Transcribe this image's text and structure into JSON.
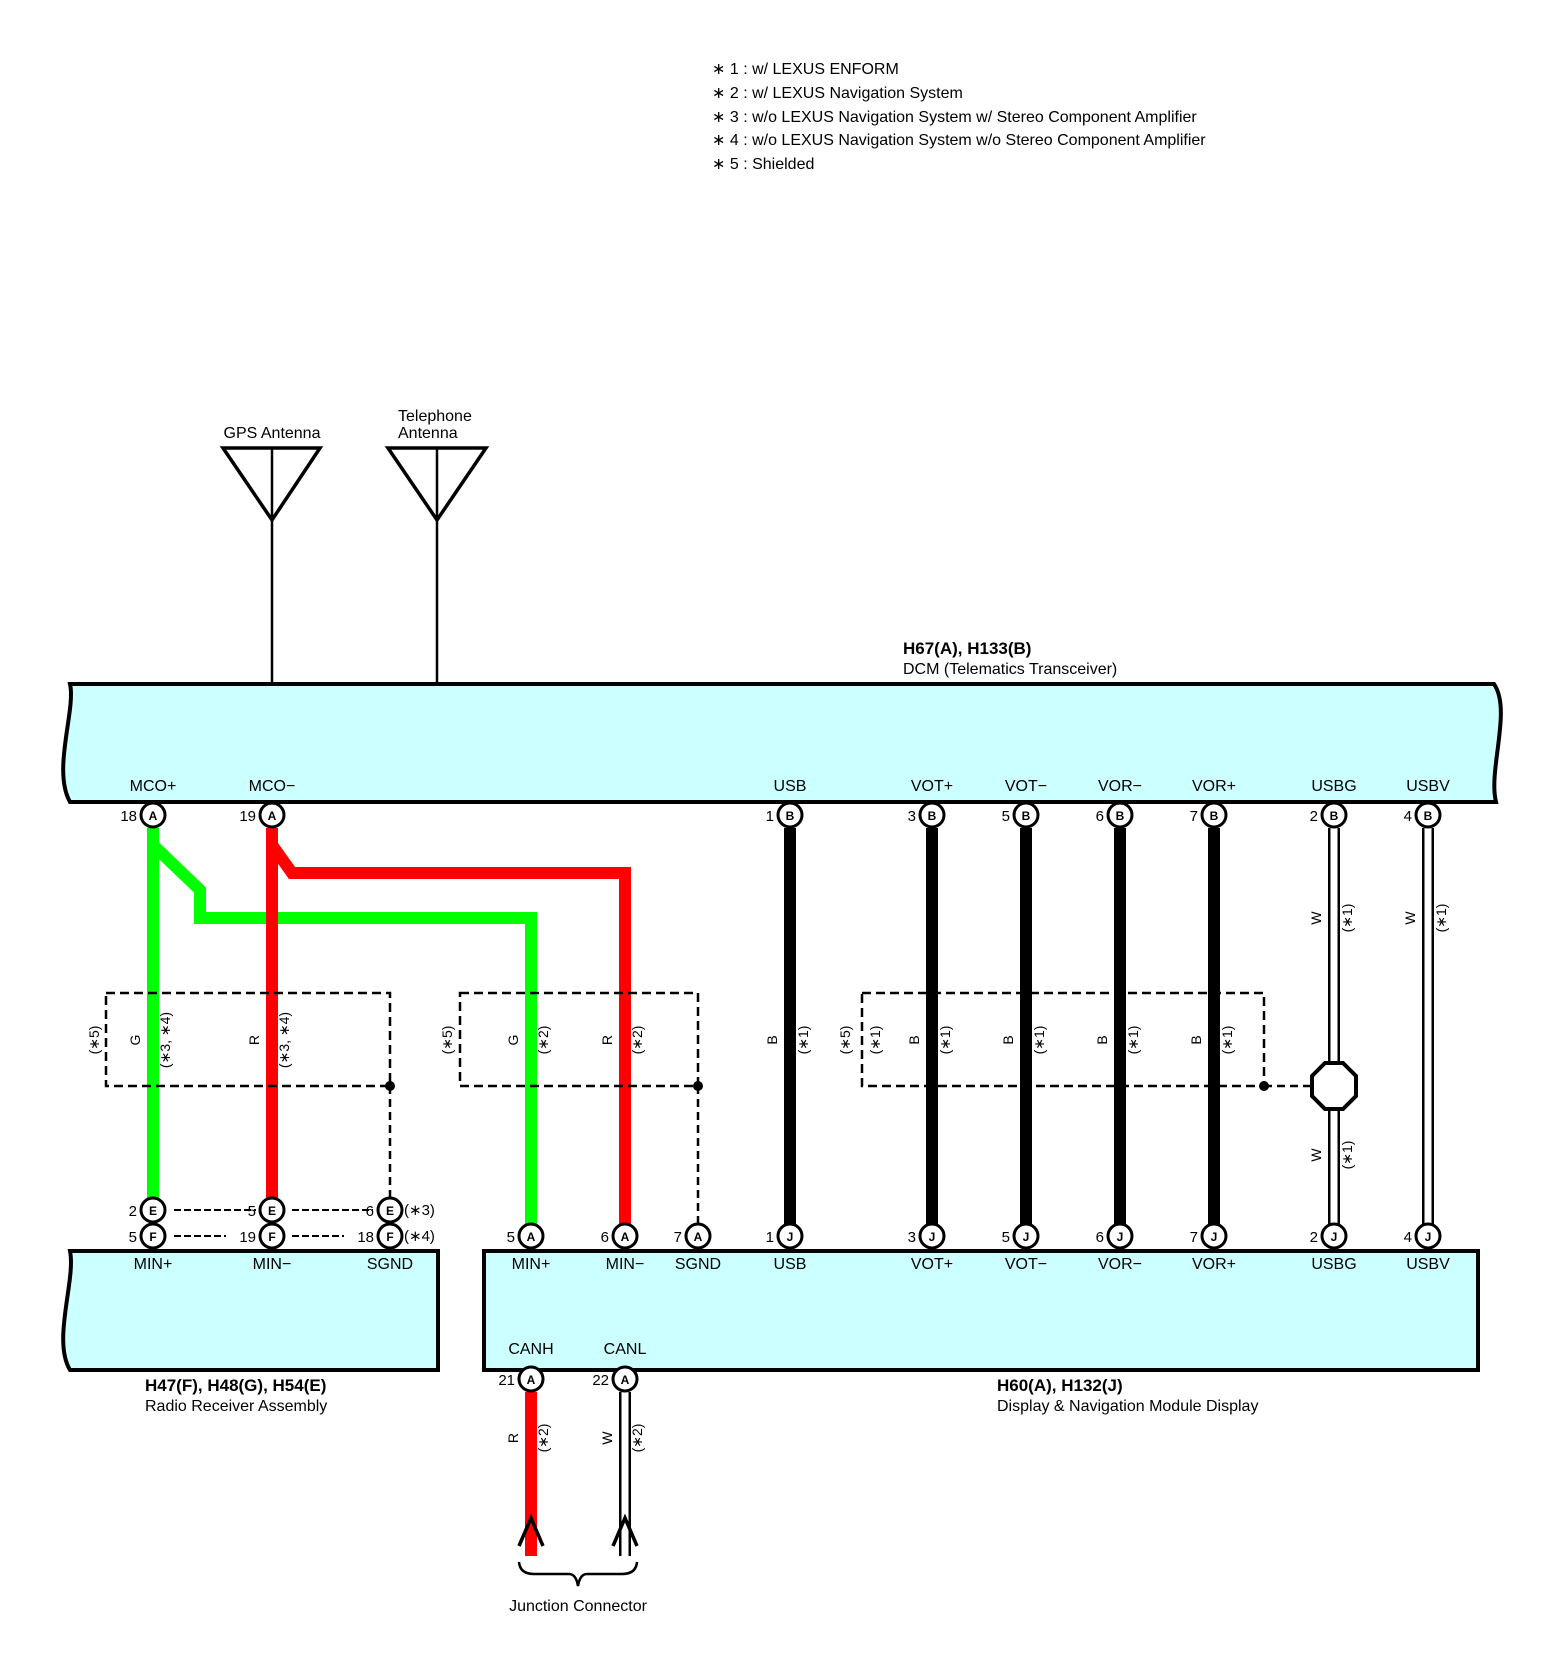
{
  "legend": [
    "∗ 1 : w/ LEXUS ENFORM",
    "∗ 2 : w/ LEXUS Navigation System",
    "∗ 3 : w/o LEXUS Navigation System w/ Stereo Component Amplifier",
    "∗ 4 : w/o LEXUS Navigation System w/o Stereo Component Amplifier",
    "∗ 5 : Shielded"
  ],
  "antennas": {
    "gps": "GPS Antenna",
    "telephone_line1": "Telephone",
    "telephone_line2": "Antenna"
  },
  "dcm": {
    "connector": "H67(A), H133(B)",
    "name": "DCM (Telematics Transceiver)",
    "pins": [
      "MCO+",
      "MCO−",
      "USB",
      "VOT+",
      "VOT−",
      "VOR−",
      "VOR+",
      "USBG",
      "USBV"
    ],
    "pin_numbers": [
      "18",
      "19",
      "1",
      "3",
      "5",
      "6",
      "7",
      "2",
      "4"
    ],
    "pin_letters": [
      "A",
      "A",
      "B",
      "B",
      "B",
      "B",
      "B",
      "B",
      "B"
    ]
  },
  "radio": {
    "connector": "H47(F), H48(G), H54(E)",
    "name": "Radio Receiver Assembly",
    "pins": [
      "MIN+",
      "MIN−",
      "SGND"
    ],
    "row_e_numbers": [
      "2",
      "5",
      "6"
    ],
    "row_e_letter": "E",
    "row_f_numbers": [
      "5",
      "19",
      "18"
    ],
    "row_f_letter": "F",
    "row_e_note": "(∗3)",
    "row_f_note": "(∗4)"
  },
  "display": {
    "connector": "H60(A), H132(J)",
    "name": "Display & Navigation Module Display",
    "pins": [
      "MIN+",
      "MIN−",
      "SGND",
      "USB",
      "VOT+",
      "VOT−",
      "VOR−",
      "VOR+",
      "USBG",
      "USBV"
    ],
    "pin_numbers": [
      "5",
      "6",
      "7",
      "1",
      "3",
      "5",
      "6",
      "7",
      "2",
      "4"
    ],
    "pin_letters": [
      "A",
      "A",
      "A",
      "J",
      "J",
      "J",
      "J",
      "J",
      "J",
      "J"
    ],
    "can_pins": [
      "CANH",
      "CANL"
    ],
    "can_numbers": [
      "21",
      "22"
    ],
    "can_letter": "A"
  },
  "wire_labels": {
    "shield": "(∗5)",
    "g": "G",
    "r": "R",
    "b": "B",
    "w": "W",
    "n34": "(∗3, ∗4)",
    "n1": "(∗1)",
    "n2": "(∗2)"
  },
  "junction": "Junction Connector",
  "colors": {
    "green": "#00ff00",
    "red": "#ff0000",
    "black": "#000000",
    "component_fill": "#ccffff"
  }
}
